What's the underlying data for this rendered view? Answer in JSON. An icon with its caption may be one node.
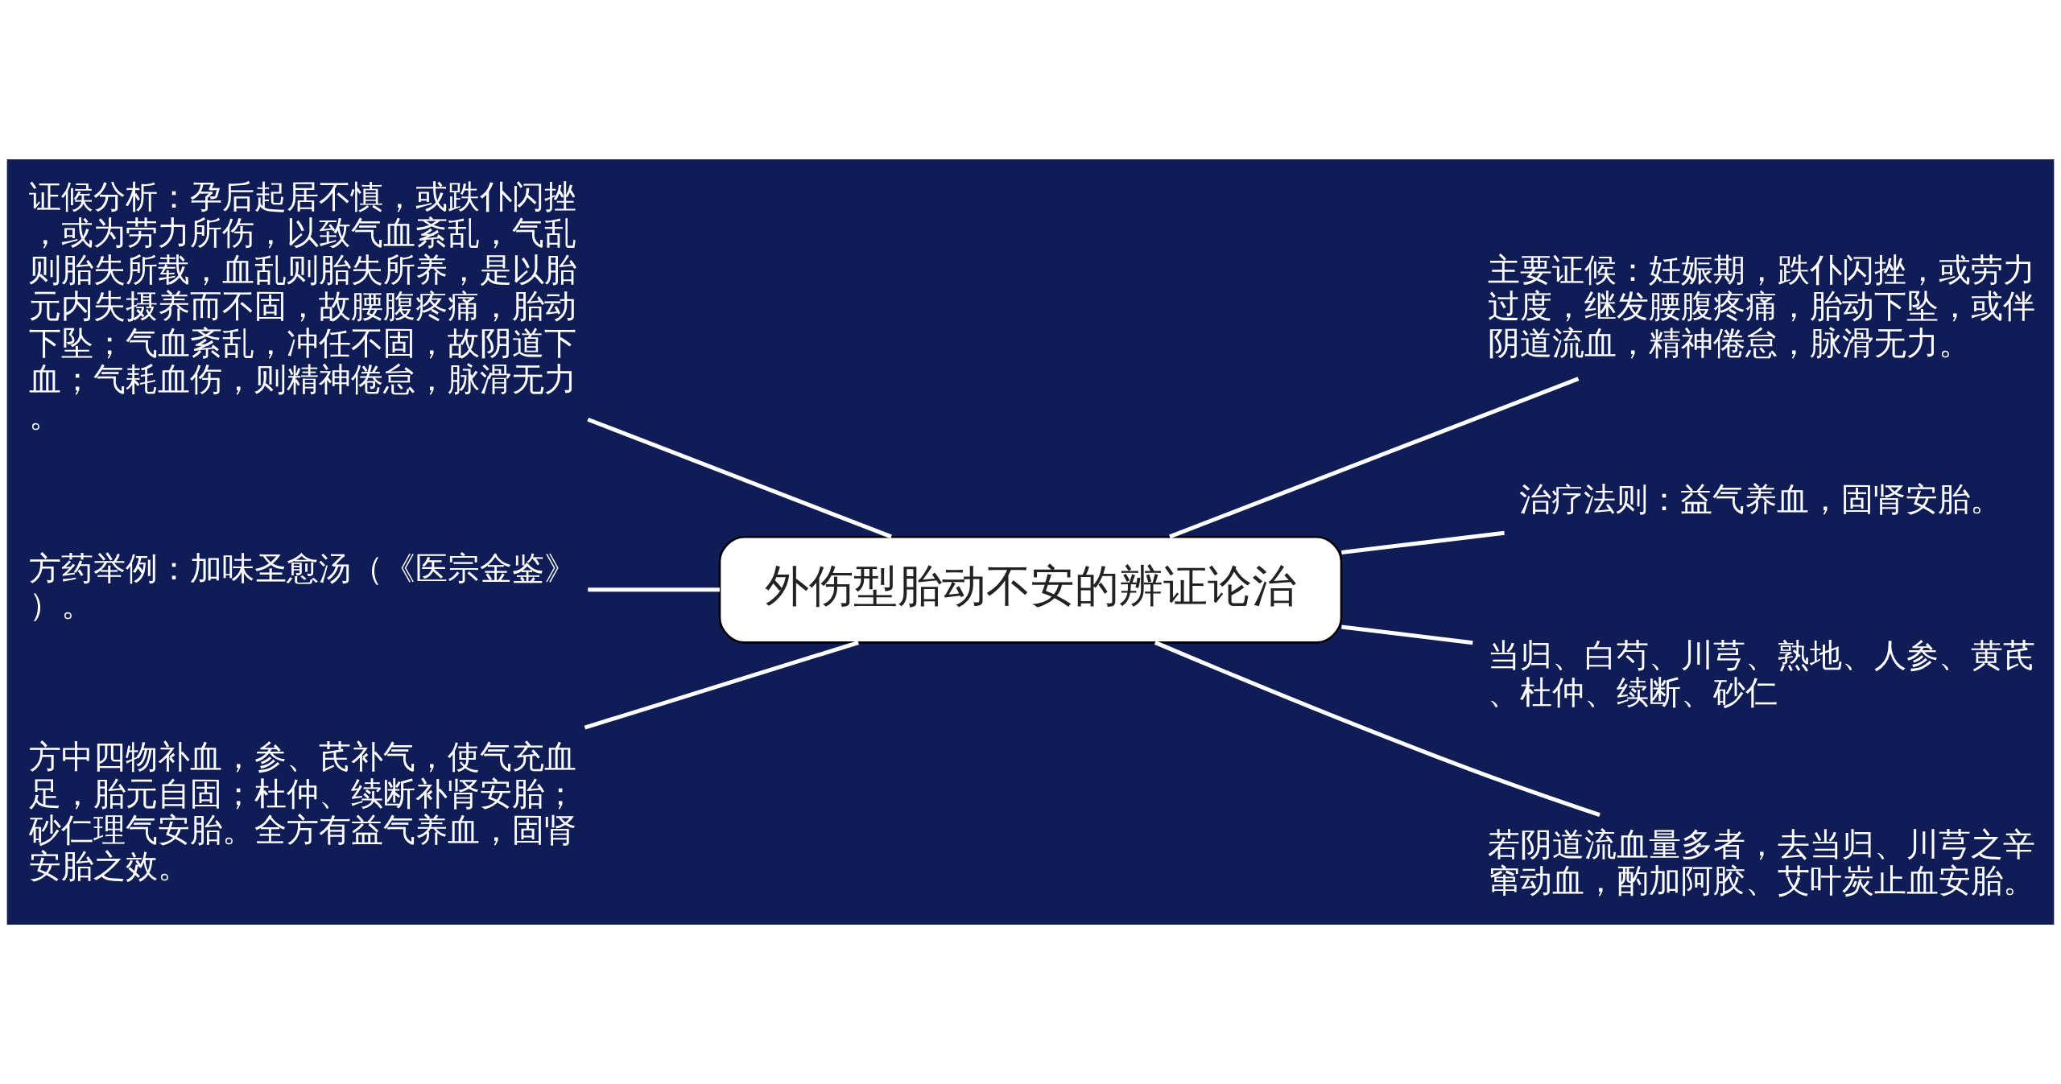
{
  "diagram": {
    "nodes": [
      {
        "text": [
          "证候分析：孕后起居不慎，或跌仆闪挫，或为劳力所伤，以致气血紊乱，气乱则胎失所载，血乱则胎失所养，是以胎元内失摄养而不固，故腰腹疼痛，胎动下坠；气血紊乱，冲任不固，故阴道下血；气耗血伤，则精神倦怠，脉滑无力。"
        ]
      },
      {
        "text": [
          "方药举例：加味圣愈汤（《医宗金鉴》）。"
        ]
      },
      {
        "text": [
          "方中四物补血，参、芪补气，使气充血足，胎元自固；杜仲、续断补肾安胎；砂仁理气安胎。全方有益气养血，固肾安胎之效。"
        ]
      },
      {
        "text": [
          "外伤型胎动不安的辨证论治"
        ]
      },
      {
        "text": [
          "主要证候：妊娠期，跌仆闪挫，或劳力过度，继发腰腹疼痛，胎动下坠，或伴阴道流血，精神倦怠，脉滑无力。"
        ]
      },
      {
        "text": [
          "治疗法则：益气养血，固肾安胎。"
        ]
      },
      {
        "text": [
          "当归、白芍、川芎、熟地、人参、黄芪、杜仲、续断、砂仁"
        ]
      },
      {
        "text": [
          "若阴道流血量多者，去当归、川芎之辛窜动血，酌加阿胶、艾叶炭止血安胎。"
        ]
      }
    ],
    "edges": [
      {
        "from": 0,
        "to": 3,
        "arrow": "none"
      },
      {
        "from": 1,
        "to": 3,
        "arrow": "none"
      },
      {
        "from": 2,
        "to": 3,
        "arrow": "none"
      },
      {
        "from": 3,
        "to": 4,
        "arrow": "none"
      },
      {
        "from": 3,
        "to": 5,
        "arrow": "none"
      },
      {
        "from": 3,
        "to": 6,
        "arrow": "none"
      },
      {
        "from": 3,
        "to": 7,
        "arrow": "none"
      }
    ]
  }
}
